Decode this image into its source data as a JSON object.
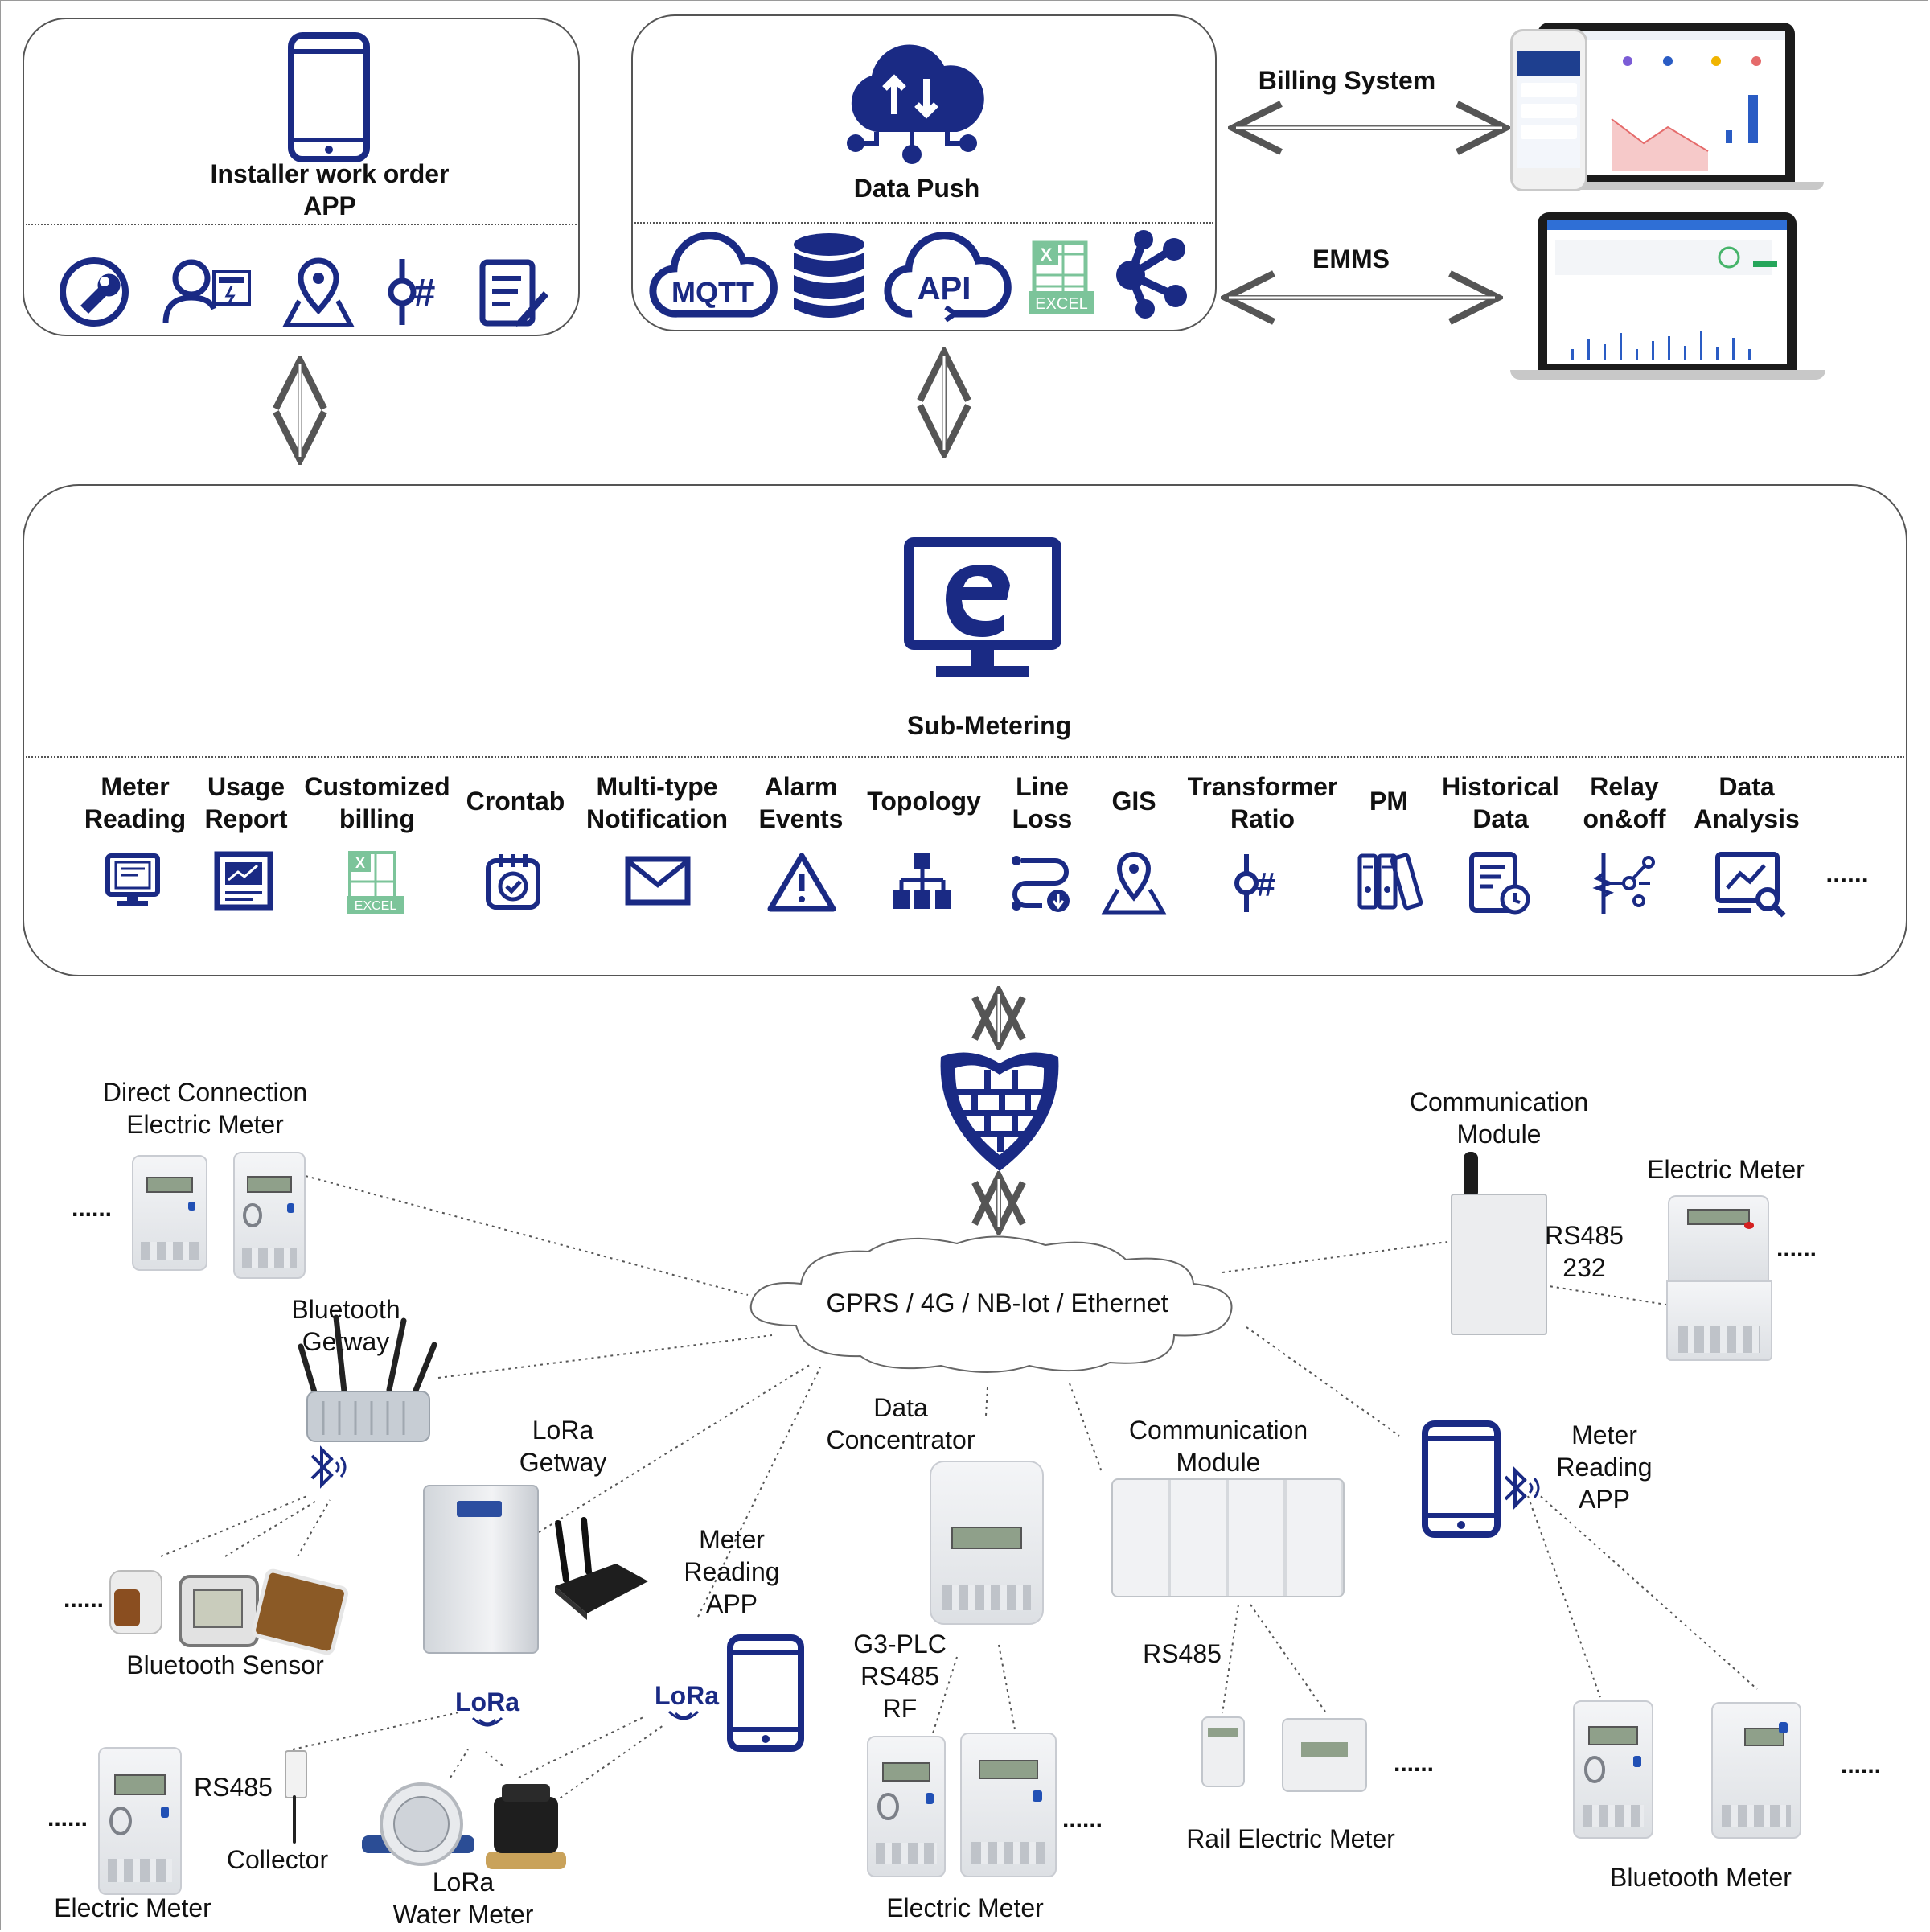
{
  "top": {
    "installer_app": {
      "title": "Installer work order\nAPP",
      "icons": [
        "wrench-icon",
        "user-meter-icon",
        "map-pin-icon",
        "transformer-ratio-icon",
        "edit-document-icon"
      ]
    },
    "data_push": {
      "title": "Data Push",
      "icons": [
        "mqtt-cloud-icon",
        "database-icon",
        "api-cloud-icon",
        "excel-icon",
        "share-nodes-icon"
      ],
      "mqtt_label": "MQTT",
      "api_label": "API",
      "excel_label": "EXCEL"
    },
    "billing_system": "Billing System",
    "emms": "EMMS"
  },
  "platform": {
    "title": "Sub-Metering",
    "features": [
      {
        "label": "Meter\nReading",
        "icon": "meter-reading-icon"
      },
      {
        "label": "Usage\nReport",
        "icon": "usage-report-icon"
      },
      {
        "label": "Customized\nbilling",
        "icon": "excel-billing-icon"
      },
      {
        "label": "Crontab",
        "icon": "crontab-icon"
      },
      {
        "label": "Multi-type\nNotification",
        "icon": "mail-icon"
      },
      {
        "label": "Alarm\nEvents",
        "icon": "alarm-icon"
      },
      {
        "label": "Topology",
        "icon": "topology-icon"
      },
      {
        "label": "Line\nLoss",
        "icon": "line-loss-icon"
      },
      {
        "label": "GIS",
        "icon": "gis-icon"
      },
      {
        "label": "Transformer\nRatio",
        "icon": "transformer-ratio-icon"
      },
      {
        "label": "PM",
        "icon": "pm-binders-icon"
      },
      {
        "label": "Historical\nData",
        "icon": "historical-data-icon"
      },
      {
        "label": "Relay\non&off",
        "icon": "relay-icon"
      },
      {
        "label": "Data\nAnalysis",
        "icon": "data-analysis-icon"
      }
    ],
    "more": "......"
  },
  "network": {
    "cloud_label": "GPRS / 4G / NB-Iot / Ethernet"
  },
  "devices": {
    "direct_connection": "Direct Connection\nElectric  Meter",
    "bluetooth_gateway": "Bluetooth\nGetway",
    "bluetooth_sensor": "Bluetooth Sensor",
    "lora_gateway": "LoRa\nGetway",
    "lora_logo": "LoRa",
    "rs485": "RS485",
    "collector": "Collector",
    "electric_meter_left": "Electric  Meter",
    "lora_water_meter": "LoRa\nWater Meter",
    "meter_reading_app_left": "Meter\nReading\nAPP",
    "data_concentrator": "Data\nConcentrator",
    "g3_plc": "G3-PLC\nRS485\nRF",
    "electric_meter_center": "Electric  Meter",
    "communication_module_center": "Communication\nModule",
    "rs485_center": "RS485",
    "rail_electric_meter": "Rail Electric Meter",
    "meter_reading_app_right": "Meter\nReading\nAPP",
    "bluetooth_meter": "Bluetooth Meter",
    "communication_module_right": "Communication\nModule",
    "rs485_232": "RS485\n232",
    "electric_meter_right": "Electric  Meter",
    "ellipsis": "......"
  },
  "colors": {
    "navy": "#1a2a84",
    "excel_green": "#7cc49a",
    "panel_border": "#555555"
  }
}
